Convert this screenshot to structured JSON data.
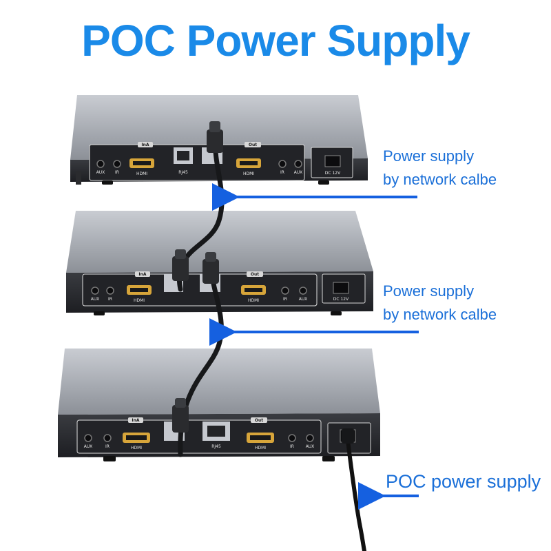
{
  "title": "POC Power Supply",
  "annotations": {
    "upper": [
      "Power supply",
      "by network calbe"
    ],
    "middle": [
      "Power supply",
      "by network calbe"
    ],
    "bottom": "POC power supply"
  },
  "device_ports": {
    "in_tab": "InA",
    "out_tab": "Out",
    "aux": "AUX",
    "ir": "IR",
    "hdmi": "HDMI",
    "rj45": "RJ45",
    "dc": "DC 12V"
  },
  "colors": {
    "title": "#1a8ae8",
    "annotation": "#1a6fd8",
    "arrow": "#1560e0",
    "device_body": "#9a9ea6",
    "device_front": "#2c2e33",
    "cable": "#1c1d1f"
  }
}
